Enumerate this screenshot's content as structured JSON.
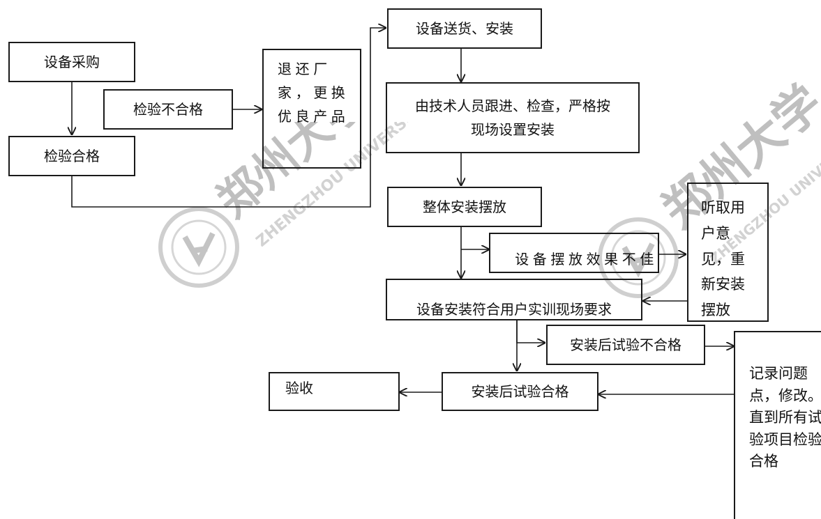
{
  "nodes": {
    "purchase": "设备采购",
    "inspect_fail": "检验不合格",
    "return_factory": "退还厂家，更换优良产品",
    "inspect_pass": "检验合格",
    "delivery": "设备送货、安装",
    "tech_install": "由技术人员跟进、检查，严格按现场设置安装",
    "overall_place": "整体安装摆放",
    "place_poor": "设备摆放效果不佳",
    "user_opinion": "听取用户意见，重新安装摆放",
    "meets_requirements": "设备安装符合用户实训现场要求",
    "test_fail": "安装后试验不合格",
    "record_issues": "记录问题点，修改。直到所有试验项目检验合格",
    "test_pass": "安装后试验合格",
    "acceptance": "验收"
  },
  "watermark": {
    "university_name_en": "ZHENGZHOU UNIVERSITY",
    "university_name_cn": "郑州大学"
  },
  "colors": {
    "line": "#1a1a1a",
    "watermark": "#c9c9c9"
  }
}
